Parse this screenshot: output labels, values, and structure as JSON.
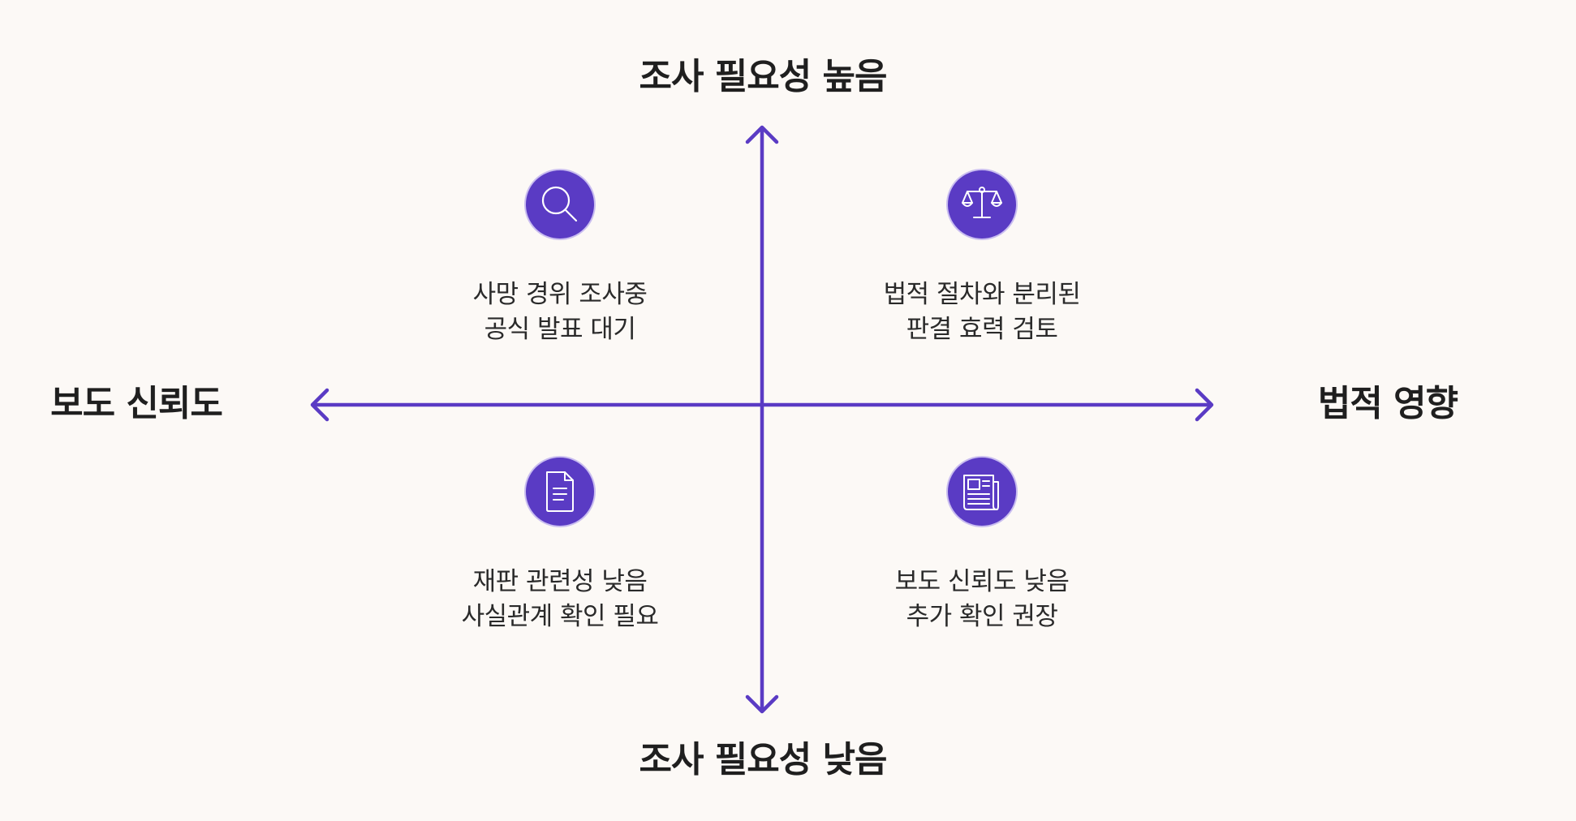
{
  "axes": {
    "top": "조사 필요성 높음",
    "bottom": "조사 필요성 낮음",
    "left": "보도 신뢰도",
    "right": "법적 영향"
  },
  "colors": {
    "accent": "#5a3bc4",
    "background": "#fcf9f6",
    "text": "#222222"
  },
  "quadrants": [
    {
      "position": "top-left",
      "icon": "magnifier-icon",
      "lines": [
        "사망 경위 조사중",
        "공식 발표 대기"
      ]
    },
    {
      "position": "top-right",
      "icon": "scales-icon",
      "lines": [
        "법적 절차와 분리된",
        "판결 효력 검토"
      ]
    },
    {
      "position": "bottom-left",
      "icon": "document-icon",
      "lines": [
        "재판 관련성 낮음",
        "사실관계 확인 필요"
      ]
    },
    {
      "position": "bottom-right",
      "icon": "newspaper-icon",
      "lines": [
        "보도 신뢰도 낮음",
        "추가 확인 권장"
      ]
    }
  ]
}
